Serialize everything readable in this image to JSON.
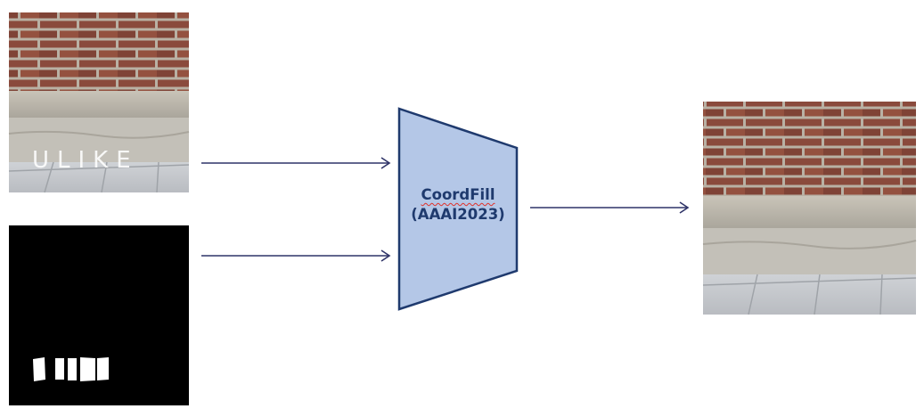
{
  "input_image": {
    "watermark_text": "ULIKE"
  },
  "model": {
    "name": "CoordFill",
    "venue": "(AAAI2023)",
    "fill_color": "#b4c7e7",
    "stroke_color": "#1f3a6e"
  },
  "colors": {
    "arrow": "#2f3468",
    "brick": "#8a4a3c",
    "mortar": "#b9b1a4",
    "concrete": "#bfbcb4",
    "pavement": "#c9ccd0"
  },
  "icons": [
    "arrow-icon"
  ]
}
